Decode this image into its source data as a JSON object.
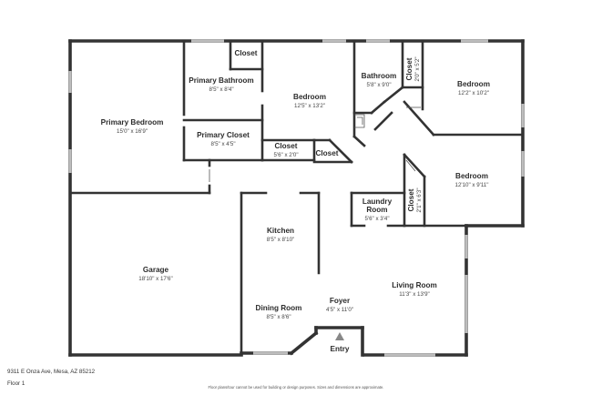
{
  "plan": {
    "address": "9311 E Onza Ave, Mesa, AZ 85212",
    "floor_label": "Floor 1",
    "disclaimer": "Floor plans/tour cannot be used for building or design purposes. Sizes and dimensions are approximate.",
    "rooms": {
      "primary_bedroom": {
        "name": "Primary Bedroom",
        "dims": "15'0\" x 16'9\""
      },
      "primary_bathroom": {
        "name": "Primary Bathroom",
        "dims": "8'5\" x 8'4\""
      },
      "closet_top": {
        "name": "Closet"
      },
      "primary_closet": {
        "name": "Primary Closet",
        "dims": "8'5\" x 4'5\""
      },
      "bedroom_middle": {
        "name": "Bedroom",
        "dims": "12'5\" x 13'2\""
      },
      "closet_middle": {
        "name": "Closet",
        "dims": "5'6\" x 2'0\""
      },
      "closet_small": {
        "name": "Closet"
      },
      "bathroom": {
        "name": "Bathroom",
        "dims": "5'8\" x 9'0\""
      },
      "closet_vertical_top": {
        "name": "Closet",
        "dims": "2'0\" x 5'2\""
      },
      "bedroom_top_right": {
        "name": "Bedroom",
        "dims": "12'2\" x 10'2\""
      },
      "bedroom_right": {
        "name": "Bedroom",
        "dims": "12'10\" x 9'11\""
      },
      "closet_vertical_right": {
        "name": "Closet",
        "dims": "2'1\" x 6'3\""
      },
      "laundry": {
        "name_line1": "Laundry",
        "name_line2": "Room",
        "dims": "5'6\" x 3'4\""
      },
      "garage": {
        "name": "Garage",
        "dims": "18'10\" x 17'6\""
      },
      "kitchen": {
        "name": "Kitchen",
        "dims": "8'5\" x 8'10\""
      },
      "living_room": {
        "name": "Living Room",
        "dims": "11'3\" x 13'9\""
      },
      "foyer": {
        "name": "Foyer",
        "dims": "4'5\" x 11'0\""
      },
      "dining_room": {
        "name": "Dining Room",
        "dims": "8'5\" x 8'6\""
      }
    },
    "entry_label": "Entry"
  }
}
